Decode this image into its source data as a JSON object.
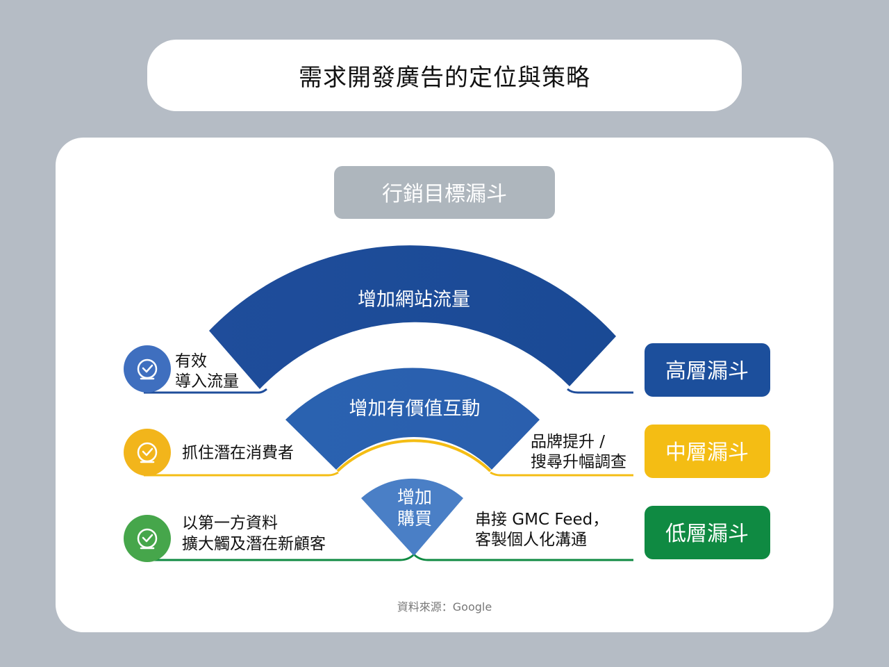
{
  "title": "需求開發廣告的定位與策略",
  "funnel": {
    "header": "行銷目標漏斗",
    "levels": [
      {
        "key": "high",
        "band_text": "增加網站流量",
        "left_text": [
          "有效",
          "導入流量"
        ],
        "right_text": [],
        "badge": "高層漏斗",
        "color": "#1c4f9c"
      },
      {
        "key": "mid",
        "band_text": "增加有價值互動",
        "left_text": [
          "抓住潛在消費者"
        ],
        "right_text": [
          "品牌提升 /",
          "搜尋升幅調查"
        ],
        "badge": "中層漏斗",
        "color": "#f4bd14"
      },
      {
        "key": "low",
        "band_text": "增加購買",
        "band_lines": [
          "增加",
          "購買"
        ],
        "left_text": [
          "以第一方資料",
          "擴大觸及潛在新顧客"
        ],
        "right_text": [
          "串接 GMC Feed，",
          "客製個人化溝通"
        ],
        "badge": "低層漏斗",
        "color": "#0f8a42"
      }
    ]
  },
  "colors": {
    "band_dark": "#1f4d9b",
    "band_mid": "#2a62b0",
    "band_light": "#4a7fc6",
    "header_bg": "#aeb6bd",
    "check_blue": "#3f6fbf",
    "check_yellow": "#f2b51b",
    "check_green": "#46a64b"
  },
  "icons": [
    "check-circle-icon"
  ],
  "source": "資料來源：Google"
}
